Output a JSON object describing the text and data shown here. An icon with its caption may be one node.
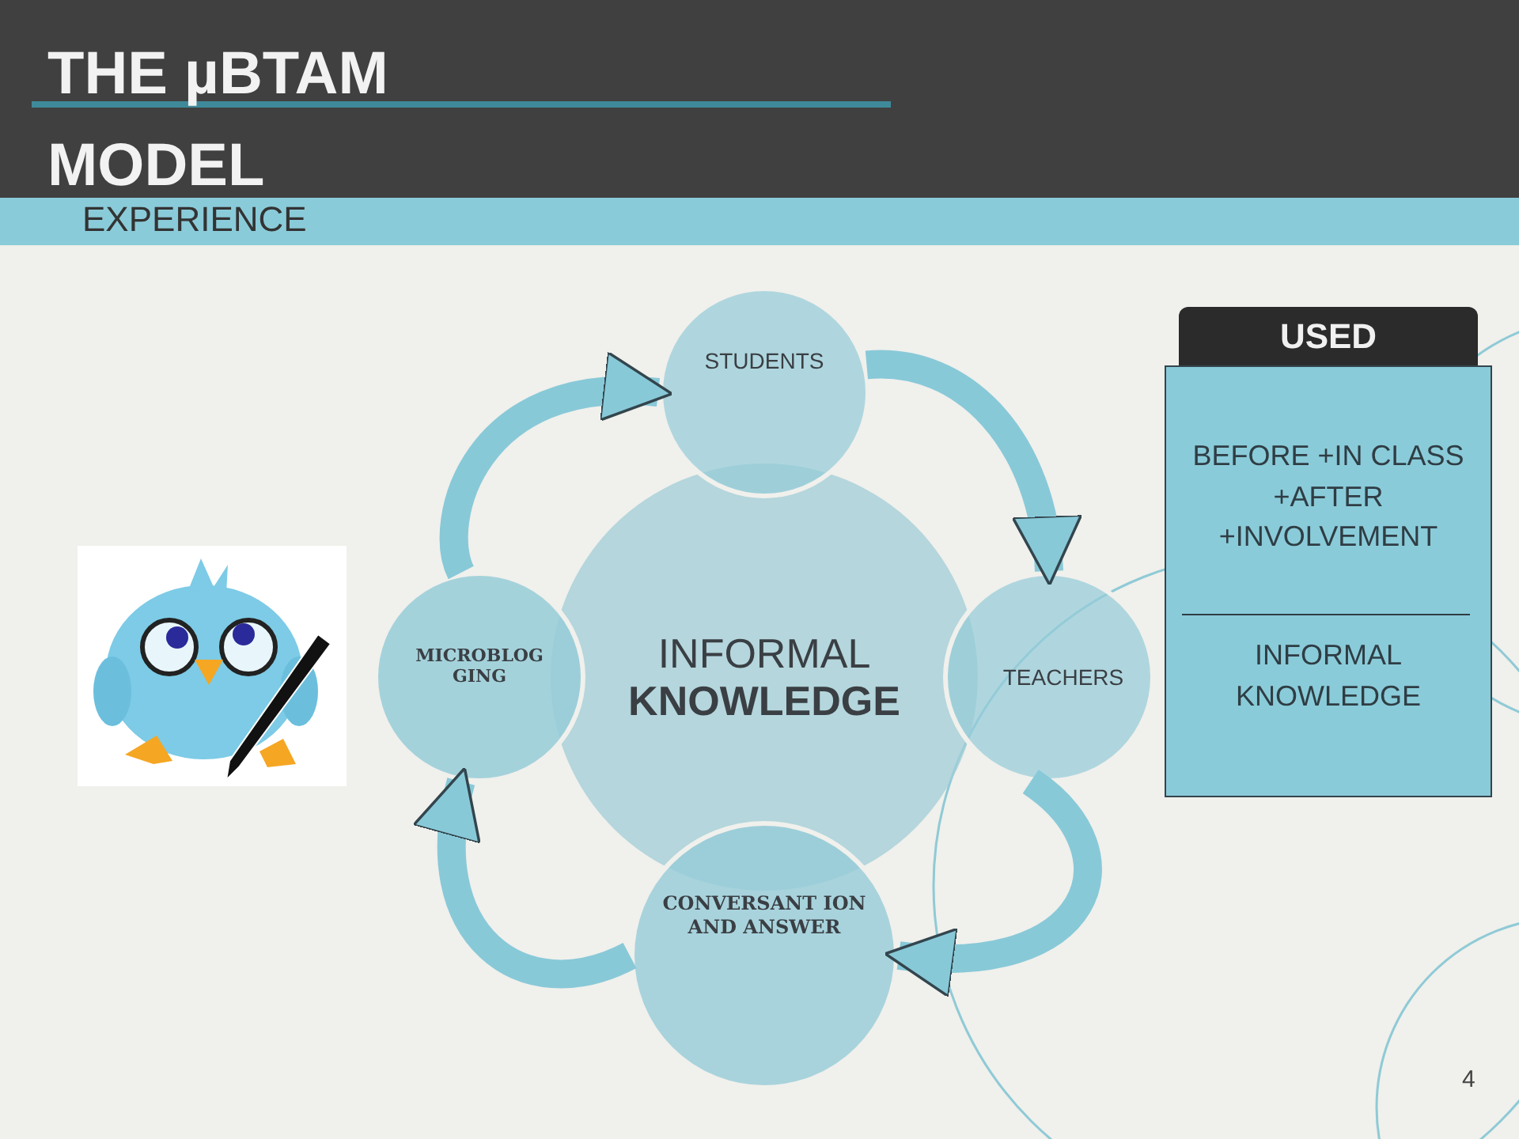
{
  "diagram": {
    "title": "THE µBTAM MODEL",
    "nodes": [
      {
        "text": [
          "INFORMAL",
          "KNOWLEDGE"
        ]
      },
      {
        "text": [
          "STUDENTS"
        ]
      },
      {
        "text": [
          "TEACHERS"
        ]
      },
      {
        "text": [
          "CONVERSANT ION AND ANSWER"
        ]
      },
      {
        "text": [
          "MICROBLOG GING"
        ]
      },
      {
        "text": [
          "USED",
          "BEFORE +IN CLASS +AFTER +INVOLVEMENT",
          "INFORMAL KNOWLEDGE"
        ]
      }
    ],
    "edges": [
      {
        "from": 4,
        "to": 1,
        "arrow": "to"
      },
      {
        "from": 1,
        "to": 2,
        "arrow": "to"
      },
      {
        "from": 2,
        "to": 3,
        "arrow": "to"
      },
      {
        "from": 3,
        "to": 4,
        "arrow": "to"
      }
    ],
    "labels": [
      "EXPERIENCE",
      "4"
    ]
  }
}
